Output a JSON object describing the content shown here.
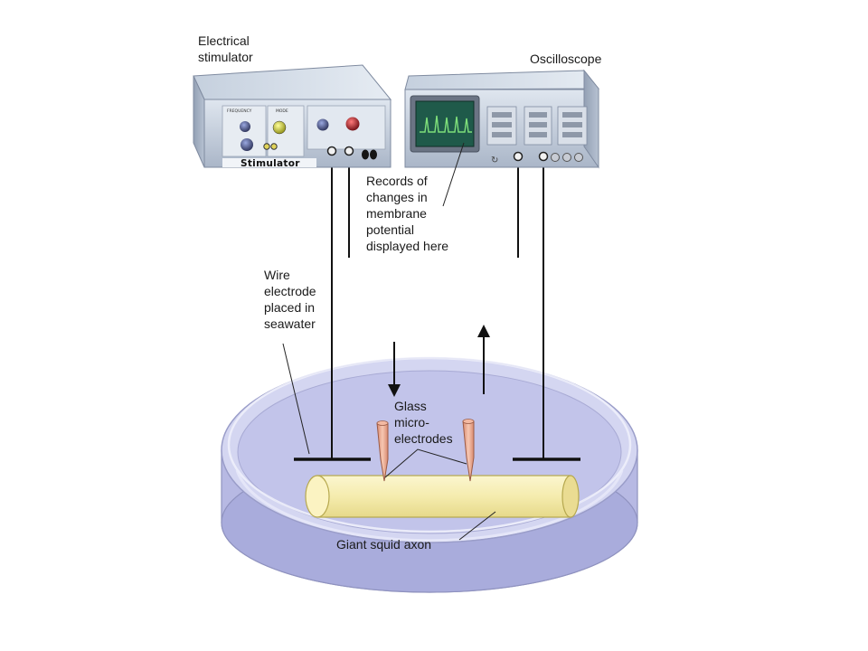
{
  "labels": {
    "stimulator_title": [
      "Electrical",
      "stimulator"
    ],
    "oscilloscope_title": "Oscilloscope",
    "stimulator_panel": "Stimulator",
    "frequency_knob": "FREQUENCY",
    "mode_knob": "MODE",
    "records": [
      "Records of",
      "changes in",
      "membrane",
      "potential",
      "displayed here"
    ],
    "wire_electrode": [
      "Wire",
      "electrode",
      "placed in",
      "seawater"
    ],
    "glass_electrodes": [
      "Glass",
      "micro-",
      "electrodes"
    ],
    "axon": "Giant squid axon"
  },
  "colors": {
    "device_body": "#c7d2e0",
    "scope_screen": "#1f5a4a",
    "trace": "#7fe07a",
    "dish_fill": "#c5c8ea",
    "seawater": "#b3b6e2",
    "axon": "#f7efb4",
    "electrode_tip": "#e8a98f"
  }
}
